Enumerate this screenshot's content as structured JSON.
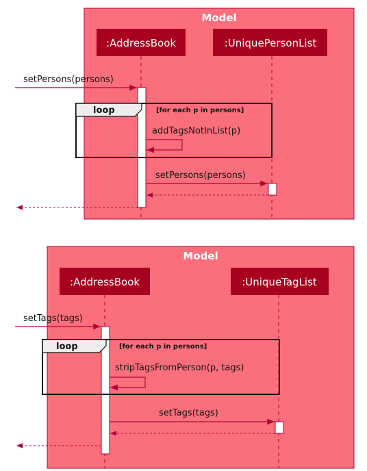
{
  "colors": {
    "frame_fill": "#fb6f7d",
    "frame_border": "#a80036",
    "participant_fill": "#a8001f",
    "arrow": "#b0053a",
    "activation_fill": "#ffffff",
    "loop_border": "#111111",
    "loop_tab_fill": "#eeeeee"
  },
  "diagrams": [
    {
      "frame_title": "Model",
      "participants": [
        ":AddressBook",
        ":UniquePersonList"
      ],
      "incoming_message": "setPersons(persons)",
      "loop_keyword": "loop",
      "loop_guard": "[for each p in persons]",
      "self_message": "addTagsNotInList(p)",
      "outgoing_message": "setPersons(persons)"
    },
    {
      "frame_title": "Model",
      "participants": [
        ":AddressBook",
        ":UniqueTagList"
      ],
      "incoming_message": "setTags(tags)",
      "loop_keyword": "loop",
      "loop_guard": "[for each p in persons]",
      "self_message": "stripTagsFromPerson(p, tags)",
      "outgoing_message": "setTags(tags)"
    }
  ]
}
